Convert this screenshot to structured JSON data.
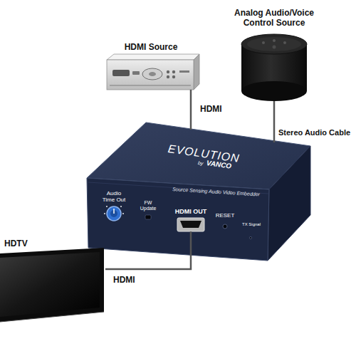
{
  "diagram": {
    "nodes": [
      {
        "text": [
          "HDMI Source"
        ]
      },
      {
        "text": [
          "Analog Audio/Voice Control Source"
        ]
      },
      {
        "text": [
          "EVOLUTION",
          "by",
          "VANCO",
          "Source Sensing Audio Video Embedder",
          "Audio Time Out",
          "FW Update",
          "HDMI OUT",
          "RESET",
          "TX Signal"
        ]
      },
      {
        "text": [
          "HDTV"
        ]
      }
    ],
    "edges": [
      {
        "from": 0,
        "to": 2,
        "label": "HDMI",
        "arrow": "none"
      },
      {
        "from": 1,
        "to": 2,
        "label": "Stereo Audio Cable",
        "arrow": "none"
      },
      {
        "from": 2,
        "to": 3,
        "label": "HDMI",
        "arrow": "none"
      }
    ]
  }
}
